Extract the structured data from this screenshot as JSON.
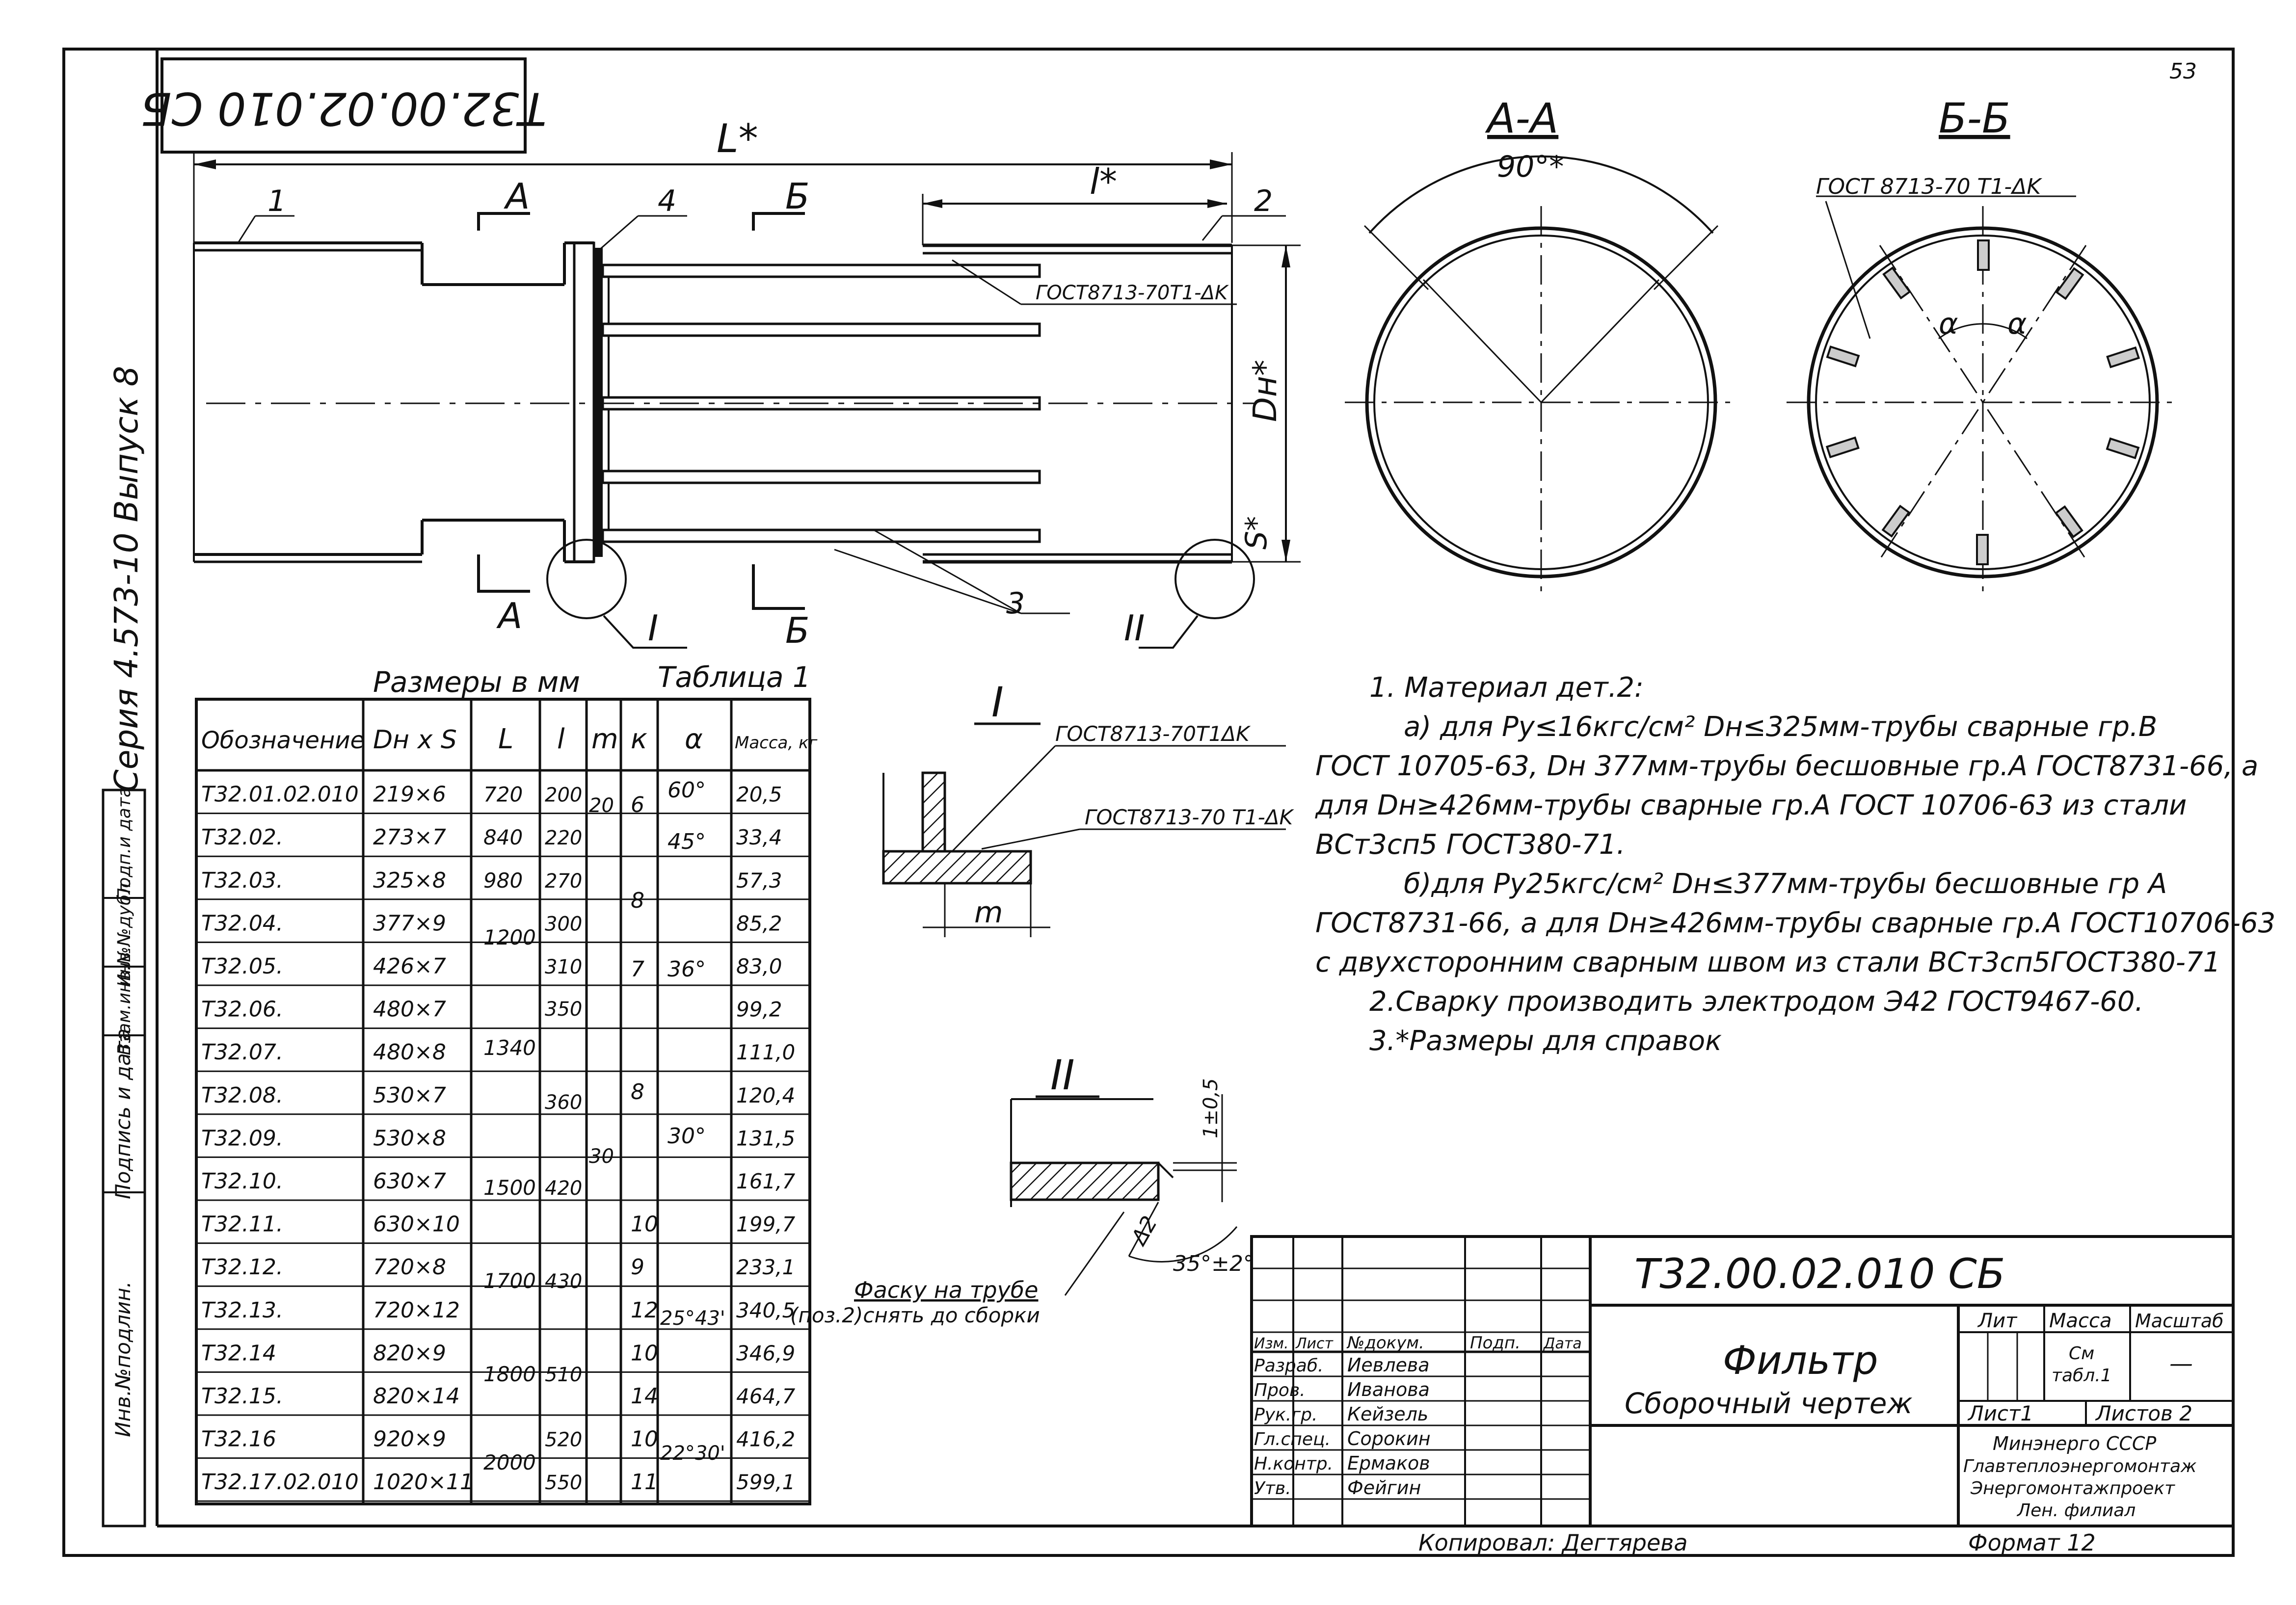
{
  "sheet_number": "53",
  "drawing_code": "Т32.00.02.010 СБ",
  "drawing_code_rotated": "Т32.00.02.010 СБ",
  "series_label": "Серия 4.573-10 Выпуск 8",
  "side_stamp": [
    "Инв.№подлин.",
    "Подпись и дата",
    "Взам.инв.№",
    "Инв.№дубл.",
    "Подп.и дата"
  ],
  "main_view": {
    "dim_L": "L*",
    "dim_l": "l*",
    "dim_Dn": "Dн*",
    "dim_S": "S*",
    "weld_note": "ГОСТ8713-70Т1-ΔK",
    "section_A": "А",
    "section_B": "Б",
    "callouts": [
      "1",
      "2",
      "3",
      "4"
    ],
    "detail_I": "I",
    "detail_II": "II"
  },
  "section_AA": {
    "title": "А-А",
    "angle": "90°*"
  },
  "section_BB": {
    "title": "Б-Б",
    "weld_note": "ГОСТ 8713-70 Т1-ΔK",
    "alpha": "α"
  },
  "detail_I": {
    "title": "I",
    "weld_1": "ГОСТ8713-70Т1ΔK",
    "weld_2": "ГОСТ8713-70 Т1-ΔK",
    "dim_m": "m"
  },
  "detail_II": {
    "title": "II",
    "dim_tol": "1±0,5",
    "angle": "35°±2°",
    "delta": "Δ2",
    "chamfer_note_1": "Фаску на трубе",
    "chamfer_note_2": "(поз.2)снять до сборки"
  },
  "table": {
    "caption_left": "Размеры в мм",
    "caption_right": "Таблица 1",
    "headers": [
      "Обозначение",
      "Dн x S",
      "L",
      "l",
      "m",
      "к",
      "α",
      "Масса, кг"
    ],
    "rows": [
      [
        "Т32.01.02.010",
        "219×6",
        "720",
        "200",
        "",
        "",
        "",
        "20,5"
      ],
      [
        "Т32.02.",
        "273×7",
        "840",
        "220",
        "",
        "",
        "",
        "33,4"
      ],
      [
        "Т32.03.",
        "325×8",
        "980",
        "270",
        "",
        "",
        "",
        "57,3"
      ],
      [
        "Т32.04.",
        "377×9",
        "",
        "300",
        "",
        "",
        "",
        "85,2"
      ],
      [
        "Т32.05.",
        "426×7",
        "",
        "310",
        "",
        "",
        "",
        "83,0"
      ],
      [
        "Т32.06.",
        "480×7",
        "",
        "",
        "",
        "",
        "",
        "99,2"
      ],
      [
        "Т32.07.",
        "480×8",
        "",
        "",
        "",
        "",
        "",
        "111,0"
      ],
      [
        "Т32.08.",
        "530×7",
        "",
        "",
        "",
        "",
        "",
        "120,4"
      ],
      [
        "Т32.09.",
        "530×8",
        "",
        "",
        "",
        "",
        "",
        "131,5"
      ],
      [
        "Т32.10.",
        "630×7",
        "",
        "",
        "",
        "",
        "",
        "161,7"
      ],
      [
        "Т32.11.",
        "630×10",
        "",
        "",
        "",
        "10",
        "",
        "199,7"
      ],
      [
        "Т32.12.",
        "720×8",
        "",
        "",
        "",
        "9",
        "",
        "233,1"
      ],
      [
        "Т32.13.",
        "720×12",
        "",
        "",
        "",
        "12",
        "",
        "340,5"
      ],
      [
        "Т32.14",
        "820×9",
        "",
        "",
        "",
        "10",
        "",
        "346,9"
      ],
      [
        "Т32.15.",
        "820×14",
        "",
        "",
        "",
        "14",
        "",
        "464,7"
      ],
      [
        "Т32.16",
        "920×9",
        "",
        "520",
        "",
        "10",
        "",
        "416,2"
      ],
      [
        "Т32.17.02.010",
        "1020×11",
        "",
        "550",
        "",
        "11",
        "",
        "599,1"
      ]
    ],
    "merged": {
      "L_1200": "1200",
      "L_1340": "1340",
      "L_1500": "1500",
      "L_1700": "1700",
      "L_1800": "1800",
      "L_2000": "2000",
      "l_350": "350",
      "l_360": "360",
      "l_420": "420",
      "l_430": "430",
      "l_510": "510",
      "m_20": "20",
      "m_30": "30",
      "k_6": "6",
      "k_8a": "8",
      "k_7": "7",
      "k_8b": "8",
      "a_60": "60°",
      "a_45": "45°",
      "a_36": "36°",
      "a_30": "30°",
      "a_2543": "25°43'",
      "a_2230": "22°30'"
    }
  },
  "notes": [
    "1. Материал дет.2:",
    "а) для Ру≤16кгс/см² Dн≤325мм-трубы сварные гр.В",
    "ГОСТ 10705-63, Dн 377мм-трубы бесшовные гр.А ГОСТ8731-66, а",
    "для Dн≥426мм-трубы сварные гр.А ГОСТ 10706-63 из стали",
    "ВСт3сп5 ГОСТ380-71.",
    "б)для Ру25кгс/см² Dн≤377мм-трубы бесшовные гр А",
    "ГОСТ8731-66, а для Dн≥426мм-трубы сварные гр.А ГОСТ10706-63",
    "с двухсторонним сварным швом из стали ВСт3сп5ГОСТ380-71",
    "2.Сварку производить электродом Э42 ГОСТ9467-60.",
    "3.*Размеры для справок"
  ],
  "title_block": {
    "code": "Т32.00.02.010 СБ",
    "name": "Фильтр",
    "subtitle": "Сборочный чертеж",
    "col_headers": [
      "Изм.",
      "Лист",
      "№докум.",
      "Подп.",
      "Дата"
    ],
    "roles": [
      "Разраб.",
      "Пров.",
      "Рук.гр.",
      "Гл.спец.",
      "Н.контр.",
      "Утв."
    ],
    "names": [
      "Иевлева",
      "Иванова",
      "Кейзель",
      "Сорокин",
      "Ермаков",
      "Фейгин"
    ],
    "lit": "Лит",
    "mass": "Масса",
    "scale": "Масштаб",
    "mass_val_1": "См",
    "mass_val_2": "табл.1",
    "scale_val": "—",
    "sheet": "Лист1",
    "sheets": "Листов 2",
    "org_1": "Минэнерго СССР",
    "org_2": "Главтеплоэнергомонтаж",
    "org_3": "Энергомонтажпроект",
    "org_4": "Лен. филиал"
  },
  "copied_by": "Копировал: Дегтярева",
  "format": "Формат 12"
}
